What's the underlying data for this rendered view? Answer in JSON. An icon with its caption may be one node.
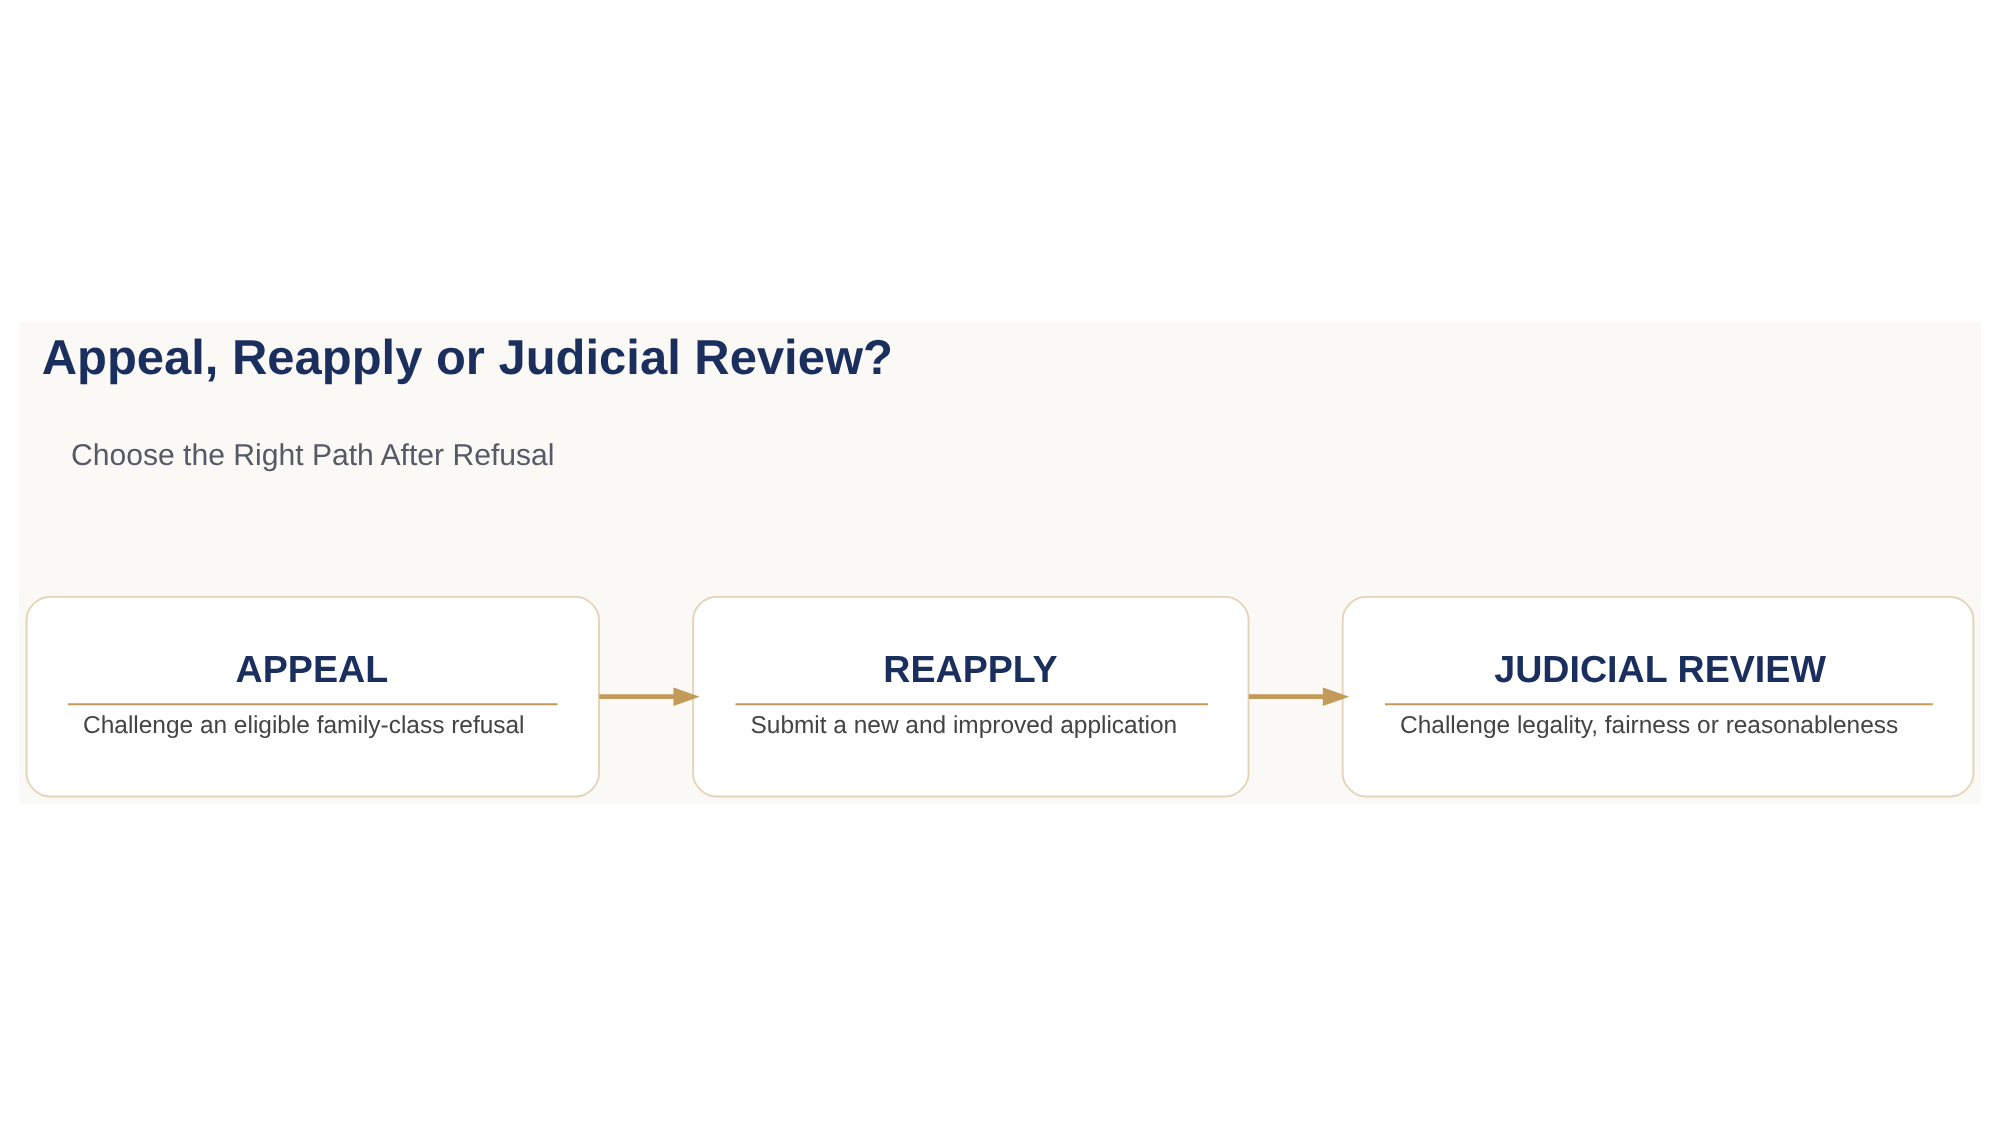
{
  "diagram": {
    "title": "Appeal, Reapply or Judicial Review?",
    "nodes": [
      {
        "text": [
          "APPEAL",
          "Challenge an eligible family-class refusal"
        ]
      },
      {
        "text": [
          "REAPPLY",
          "Submit a new and improved application"
        ]
      },
      {
        "text": [
          "JUDICIAL REVIEW",
          "Challenge legality, fairness or reasonableness"
        ]
      }
    ],
    "edges": [
      {
        "from": 0,
        "to": 1,
        "arrow": "to"
      },
      {
        "from": 1,
        "to": 2,
        "arrow": "to"
      }
    ],
    "labels": [
      "Choose the Right Path After Refusal"
    ]
  }
}
